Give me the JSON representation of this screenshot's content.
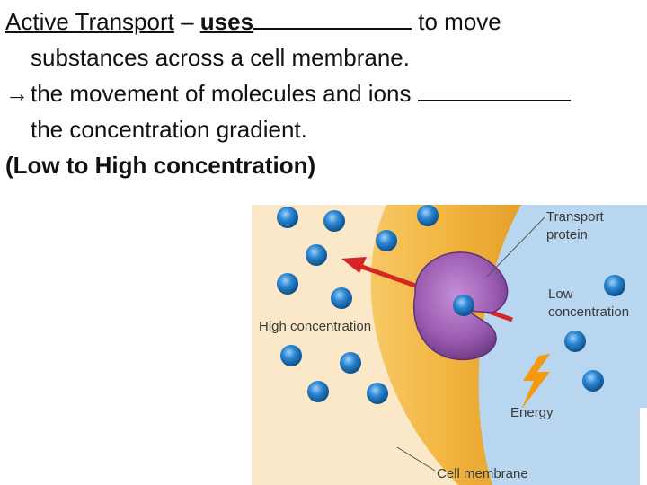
{
  "text": {
    "line1": {
      "term": "Active Transport",
      "dash": " – ",
      "uses": "uses",
      "after_blank": " to move"
    },
    "line2": "substances across a cell membrane.",
    "line3": {
      "arrow": "→",
      "text": "the movement of molecules and ions "
    },
    "line4": "the concentration gradient.",
    "line5": "(Low to High concentration)"
  },
  "figure": {
    "labels": {
      "transport_protein_1": "Transport",
      "transport_protein_2": "protein",
      "low_1": "Low",
      "low_2": "concentration",
      "high": "High concentration",
      "energy": "Energy",
      "cell_membrane": "Cell membrane"
    },
    "colors": {
      "membrane": "#f2b540",
      "outside_left": "#fae8c8",
      "inside_right": "#b9d6f0",
      "protein": "#9a5bb0",
      "molecule": "#2c86d2",
      "arrow": "#d52525",
      "energy": "#f59a10"
    }
  }
}
